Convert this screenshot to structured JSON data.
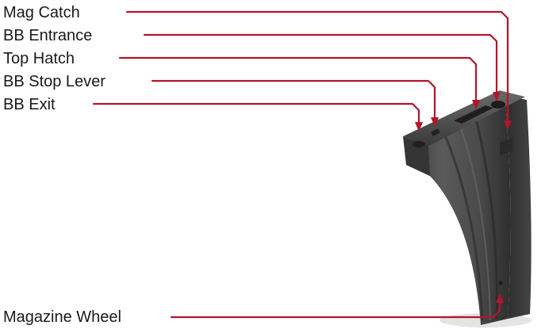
{
  "labels": {
    "mag_catch": "Mag Catch",
    "bb_entrance": "BB Entrance",
    "top_hatch": "Top Hatch",
    "bb_stop_lever": "BB Stop Lever",
    "bb_exit": "BB Exit",
    "magazine_wheel": "Magazine Wheel"
  },
  "colors": {
    "leader_line": "#b3152b",
    "magazine_body": "#4e4e4e",
    "magazine_shadow": "#2f2f2f",
    "magazine_highlight": "#6d6d6d",
    "label_text": "#1a1a1a"
  }
}
